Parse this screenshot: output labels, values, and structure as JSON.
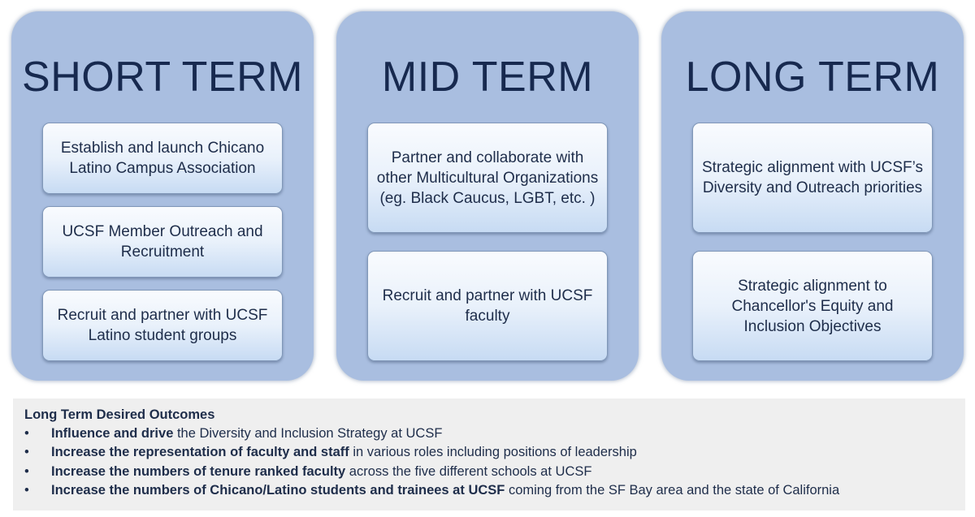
{
  "columns": [
    {
      "title": "SHORT TERM",
      "items": [
        "Establish and launch Chicano Latino Campus Association",
        "UCSF Member Outreach and Recruitment",
        "Recruit and partner with UCSF Latino student groups"
      ]
    },
    {
      "title": "MID TERM",
      "items": [
        "Partner and collaborate with other Multicultural Organizations (eg. Black Caucus, LGBT, etc. )",
        "Recruit and partner with UCSF faculty"
      ]
    },
    {
      "title": "LONG TERM",
      "items": [
        "Strategic alignment with UCSF’s Diversity and Outreach priorities",
        "Strategic alignment to Chancellor's Equity and Inclusion Objectives"
      ]
    }
  ],
  "outcomes": {
    "heading": "Long Term Desired Outcomes",
    "bullet_symbol": "•",
    "items": [
      {
        "bold": "Influence and drive",
        "rest": " the Diversity and Inclusion Strategy at UCSF"
      },
      {
        "bold": "Increase the representation of faculty and staff",
        "rest": " in various roles including positions of leadership"
      },
      {
        "bold": "Increase the numbers of tenure ranked faculty",
        "rest": " across the five different schools at UCSF"
      },
      {
        "bold": "Increase the numbers of Chicano/Latino students and trainees at UCSF",
        "rest": " coming from the SF Bay area and the state of California"
      }
    ]
  },
  "colors": {
    "panel": "#a9bee0",
    "title_text": "#17294f",
    "card_border": "#8097b8",
    "outcome_bg": "#efefef"
  }
}
